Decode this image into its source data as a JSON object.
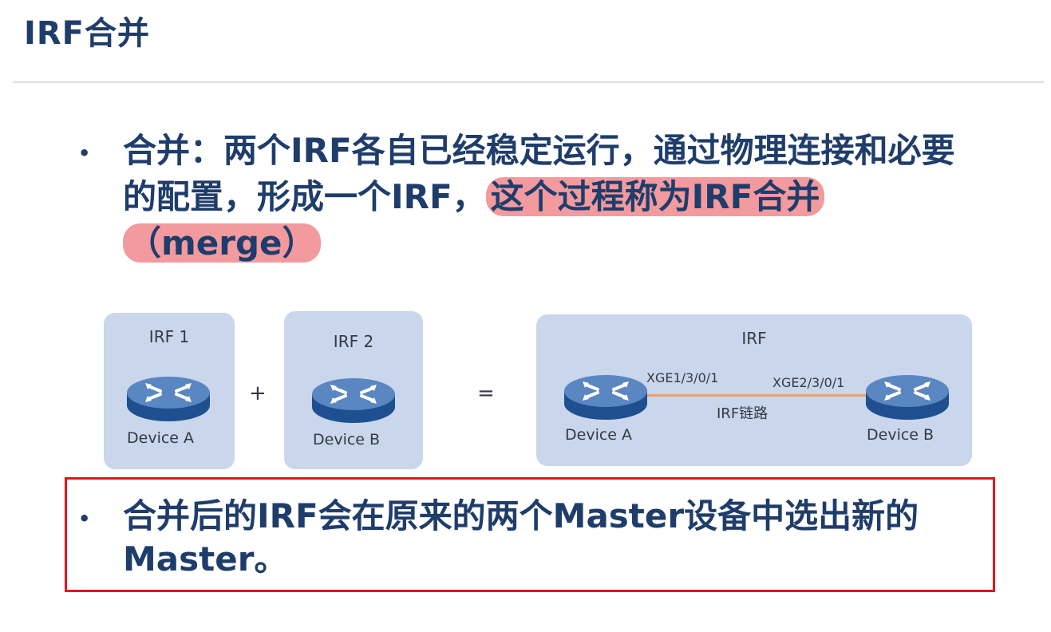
{
  "slide": {
    "title": "IRF合并"
  },
  "bullet1": {
    "plain": "合并：两个IRF各自已经稳定运行，通过物理连接和必要的配置，形成一个IRF，",
    "highlight": "这个过程称为IRF合并（merge）"
  },
  "diagram": {
    "irf1": {
      "title": "IRF 1",
      "device": "Device A"
    },
    "irf2": {
      "title": "IRF 2",
      "device": "Device B"
    },
    "plus": "+",
    "equals": "=",
    "irf": {
      "title": "IRF",
      "device_a": "Device A",
      "device_b": "Device B",
      "port_a": "XGE1/3/0/1",
      "port_b": "XGE2/3/0/1",
      "link": "IRF链路"
    }
  },
  "bullet2": {
    "text": "合并后的IRF会在原来的两个Master设备中选出新的Master。"
  },
  "colors": {
    "text": "#1f3d6b",
    "highlight": "#f29a9e",
    "panel": "#c9d6ec",
    "callout_border": "#e3151c",
    "link": "#e8a26b"
  },
  "icons": [
    "switch-icon"
  ]
}
